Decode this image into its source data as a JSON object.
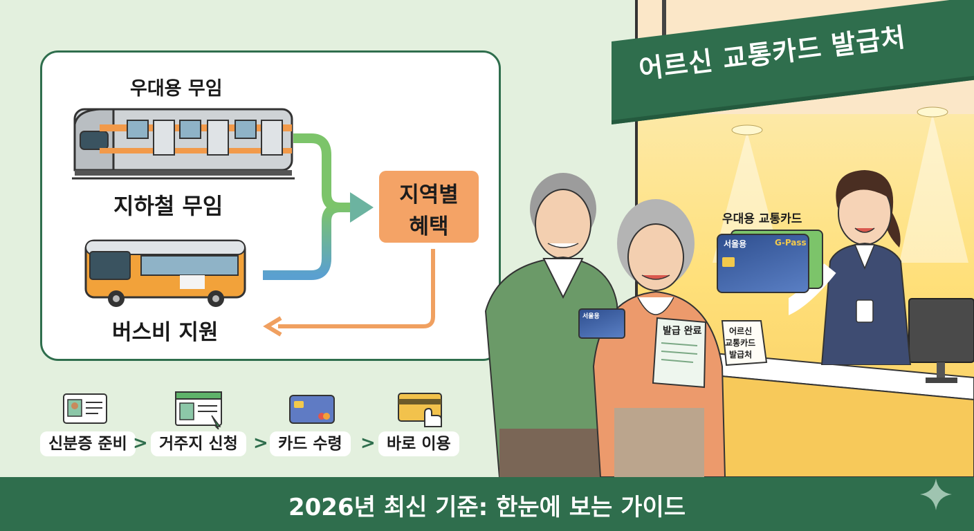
{
  "route_card": {
    "top_caption": "우대용 무임",
    "subway_label": "지하철 무임",
    "bus_label": "버스비 지원",
    "regional_box": {
      "line1": "지역별",
      "line2": "혜택"
    }
  },
  "steps": [
    {
      "label": "신분증 준비",
      "icon": "id-card-icon"
    },
    {
      "label": "거주지 신청",
      "icon": "address-form-icon"
    },
    {
      "label": "카드 수령",
      "icon": "transit-card-icon"
    },
    {
      "label": "바로 이용",
      "icon": "card-tap-icon"
    }
  ],
  "office": {
    "sign_title": "어르신 교통카드 발급처",
    "card_caption": "우대용 교통카드",
    "card_front_left": "서울용",
    "card_front_right": "G-Pass",
    "small_card_label": "서울용",
    "document_title": "발급 완료",
    "desk_sign": {
      "line1": "어르신",
      "line2": "교통카드",
      "line3": "발급처"
    }
  },
  "footer": {
    "title": "2026년 최신 기준: 한눈에 보는 가이드"
  },
  "colors": {
    "brand_green": "#2f6e4d",
    "accent_orange": "#f0a060",
    "background_mint": "#e3f0de"
  }
}
